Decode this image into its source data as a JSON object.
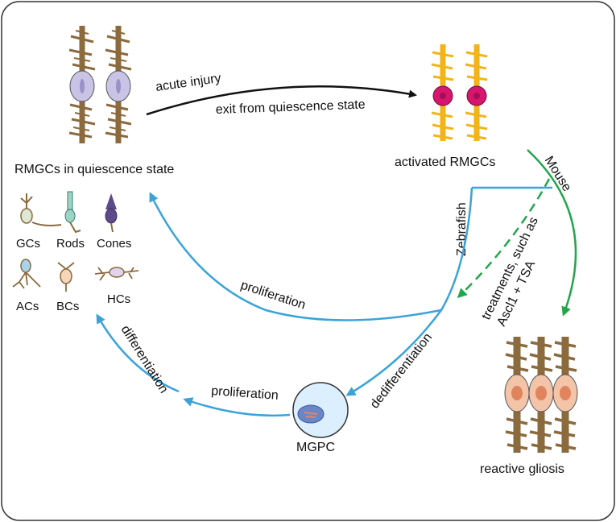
{
  "labels": {
    "rmgcs_quiescence": "RMGCs in quiescence state",
    "acute_injury": "acute injury",
    "exit_quiescence": "exit from quiescence state",
    "activated_rmgcs": "activated RMGCs",
    "mouse": "Mouse",
    "zebrafish": "Zebrafish",
    "treatments_line1": "treatments, such as",
    "treatments_line2": "Ascl1 + TSA",
    "reactive_gliosis": "reactive gliosis",
    "proliferation_top": "proliferation",
    "dedifferentiation": "dedifferentiation",
    "proliferation_bottom": "proliferation",
    "differentiation": "differentiation",
    "mgpc": "MGPC"
  },
  "cell_types": [
    "GCs",
    "Rods",
    "Cones",
    "ACs",
    "BCs",
    "HCs"
  ],
  "colors": {
    "frame": "#333333",
    "black_arrow": "#111111",
    "blue_arrow": "#3aa3d9",
    "green_arrow": "#21a64b",
    "glia_brown": "#8b6a3e",
    "activated_yellow": "#f2b418",
    "activated_nucleus": "#d6156e",
    "quiescent_nucleus": "#c9c3e6",
    "gliosis_soma": "#f3c4a8",
    "mgpc_fill": "#dcefff",
    "mgpc_nucleus": "#6b86c8"
  }
}
